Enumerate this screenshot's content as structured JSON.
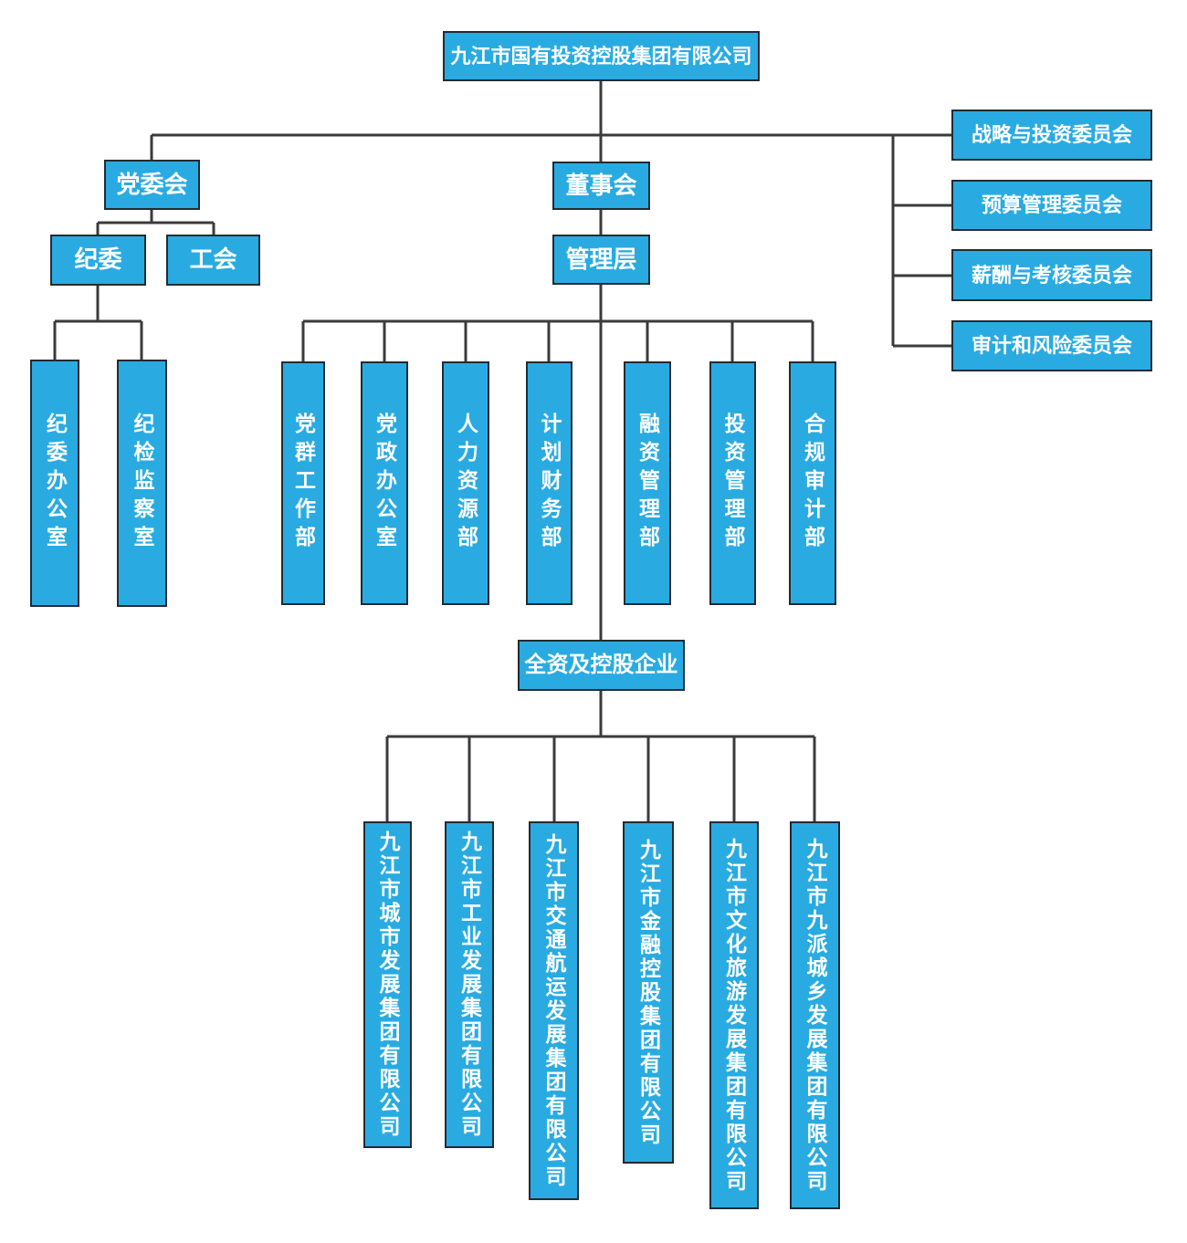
{
  "colors": {
    "node_fill": "#29abe2",
    "node_border": "#222b33",
    "node_text": "#ffffff",
    "connector": "#3b3b3b",
    "background": "#ffffff"
  },
  "nodes": {
    "root": {
      "label": "九江市国有投资控股集团有限公司"
    },
    "party_committee": {
      "label": "党委会"
    },
    "board_of_directors": {
      "label": "董事会"
    },
    "management": {
      "label": "管理层"
    },
    "discipline_committee": {
      "label": "纪委"
    },
    "labor_union": {
      "label": "工会"
    },
    "committee_strategy_investment": {
      "label": "战略与投资委员会"
    },
    "committee_budget_management": {
      "label": "预算管理委员会"
    },
    "committee_compensation_assessment": {
      "label": "薪酬与考核委员会"
    },
    "committee_audit_risk": {
      "label": "审计和风险委员会"
    },
    "discipline_office": {
      "label": "纪委办公室"
    },
    "discipline_inspection_office": {
      "label": "纪检监察室"
    },
    "dept_party_mass_work": {
      "label": "党群工作部"
    },
    "dept_party_admin_office": {
      "label": "党政办公室"
    },
    "dept_human_resources": {
      "label": "人力资源部"
    },
    "dept_planning_finance": {
      "label": "计划财务部"
    },
    "dept_financing_management": {
      "label": "融资管理部"
    },
    "dept_investment_management": {
      "label": "投资管理部"
    },
    "dept_compliance_audit": {
      "label": "合规审计部"
    },
    "holding_enterprises": {
      "label": "全资及控股企业"
    },
    "company_urban_development": {
      "label": "九江市城市发展集团有限公司"
    },
    "company_industrial_development": {
      "label": "九江市工业发展集团有限公司"
    },
    "company_transport_shipping": {
      "label": "九江市交通航运发展集团有限公司"
    },
    "company_financial_holding": {
      "label": "九江市金融控股集团有限公司"
    },
    "company_culture_tourism": {
      "label": "九江市文化旅游发展集团有限公司"
    },
    "company_jiupai_urban_rural": {
      "label": "九江市九派城乡发展集团有限公司"
    }
  }
}
